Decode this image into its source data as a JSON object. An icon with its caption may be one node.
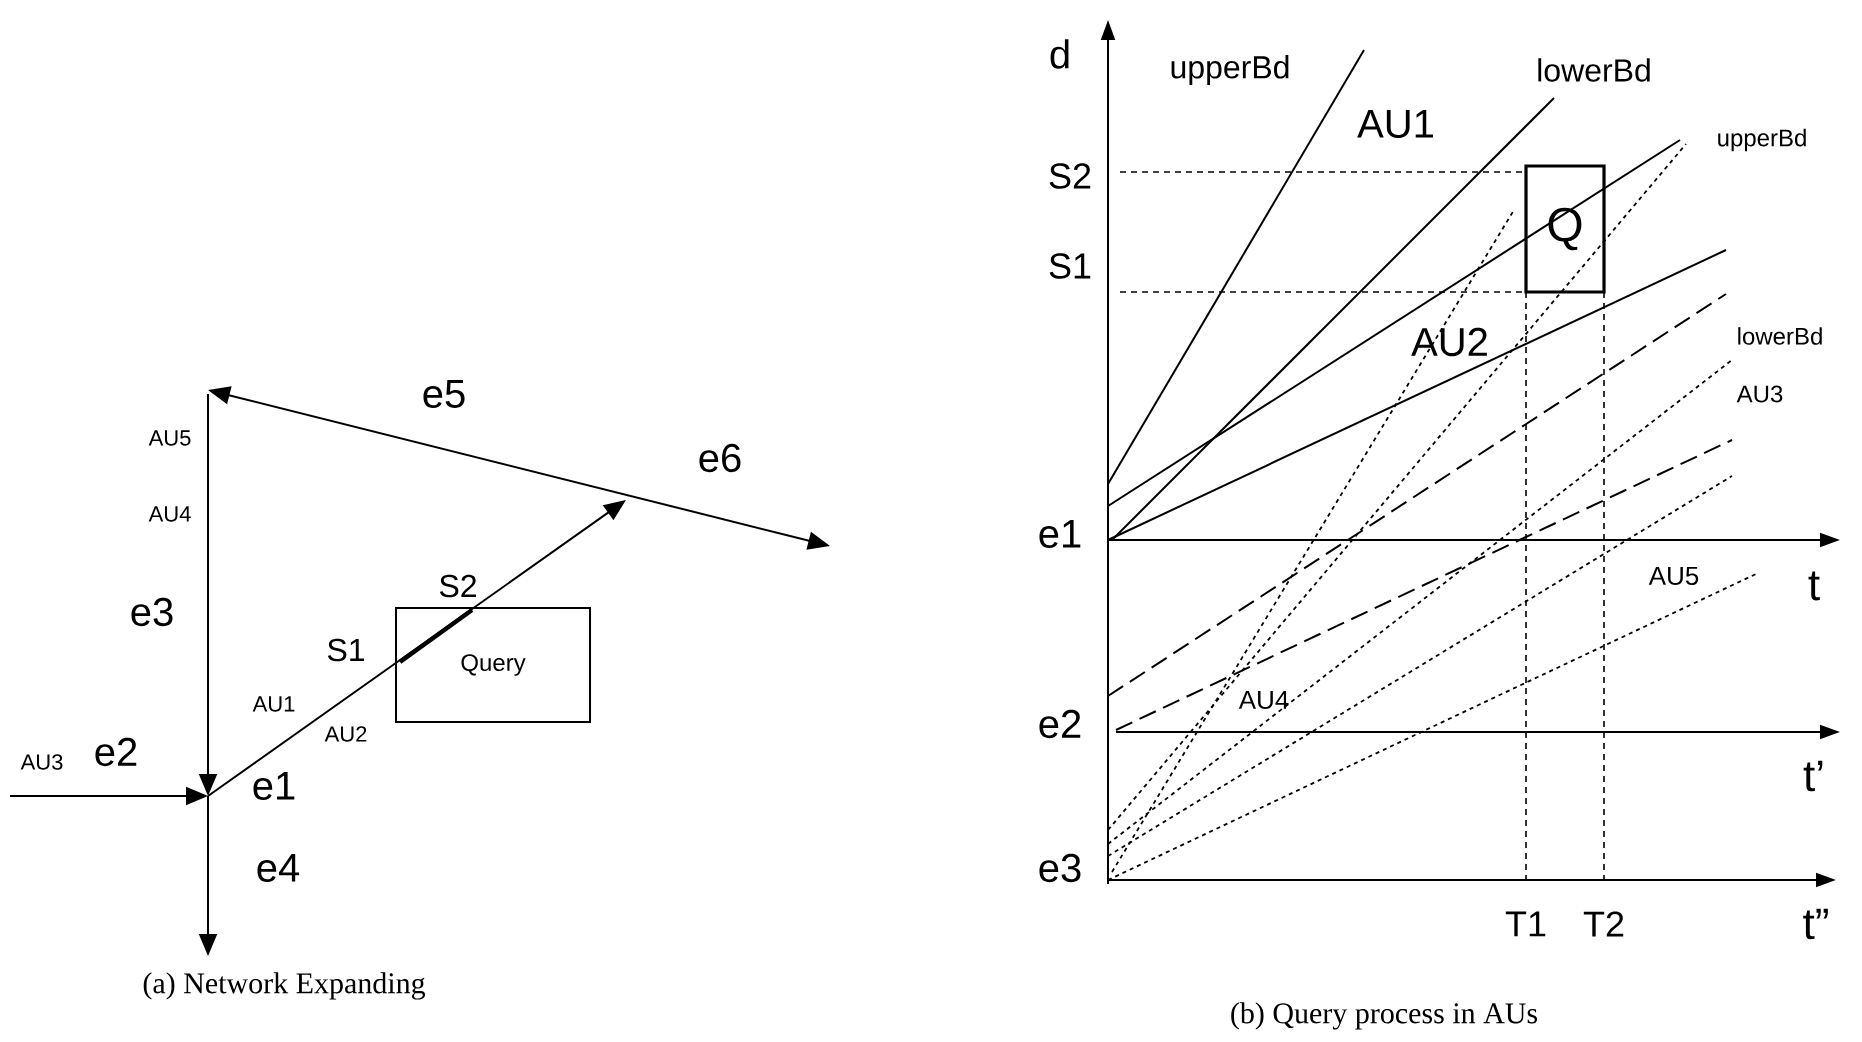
{
  "diagram": {
    "nodes": [
      {
        "text": [
          "Query"
        ]
      },
      {
        "text": [
          "Q"
        ]
      }
    ],
    "labels": [
      "AU5",
      "e5",
      "e6",
      "AU4",
      "e3",
      "S2",
      "S1",
      "AU1",
      "AU2",
      "AU3",
      "e2",
      "e1",
      "e4",
      "(a) Network Expanding",
      "d",
      "upperBd",
      "AU1",
      "lowerBd",
      "upperBd",
      "S2",
      "S1",
      "AU2",
      "lowerBd",
      "AU3",
      "e1",
      "t",
      "AU5",
      "AU4",
      "e2",
      "t’",
      "e3",
      "T1",
      "T2",
      "t”",
      "(b) Query process in AUs"
    ]
  }
}
